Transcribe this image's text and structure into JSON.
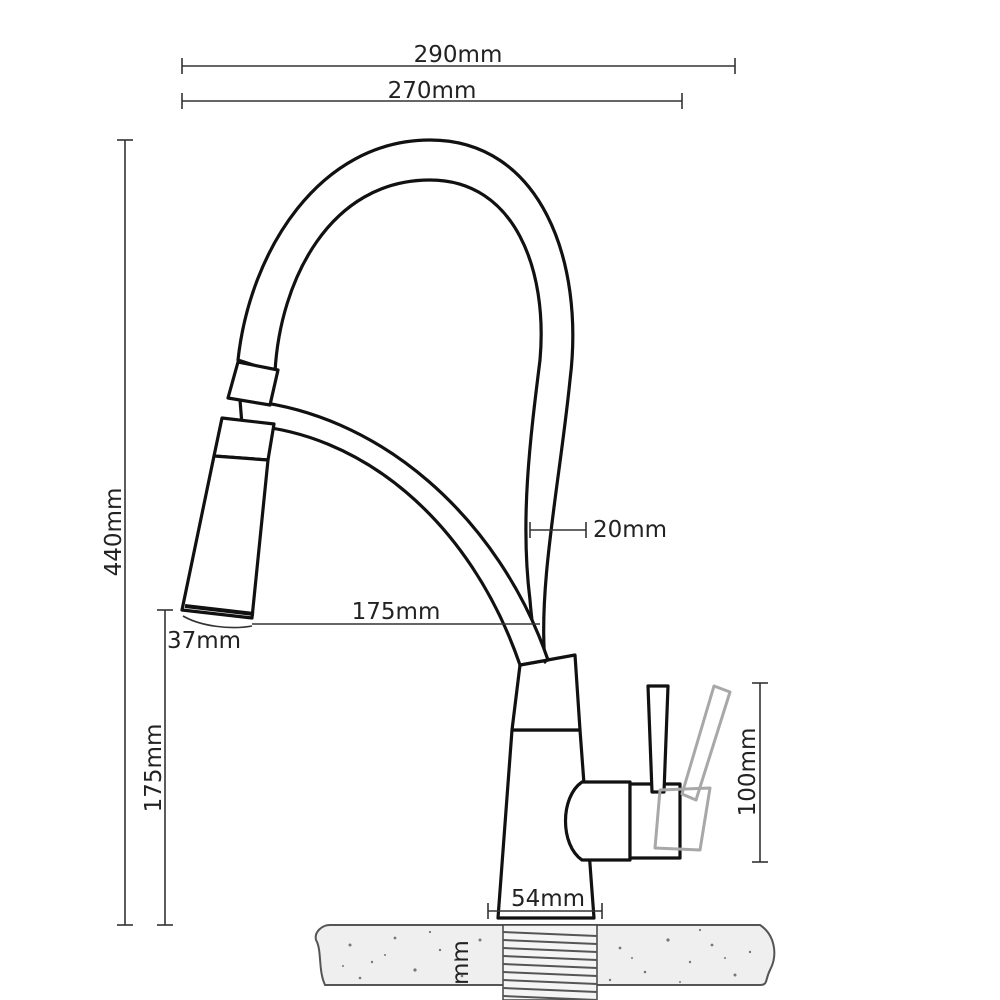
{
  "dimensions": {
    "total_width": "290mm",
    "spout_reach": "270mm",
    "total_height": "440mm",
    "hose_diameter": "20mm",
    "head_to_body": "175mm",
    "spray_head_diameter": "37mm",
    "spout_height": "175mm",
    "handle_height": "100mm",
    "base_diameter": "54mm",
    "thread_length_partial": "mm"
  },
  "colors": {
    "outline": "#111111",
    "ghost_handle": "#a8a8a8",
    "countertop": "#eeeeee"
  }
}
